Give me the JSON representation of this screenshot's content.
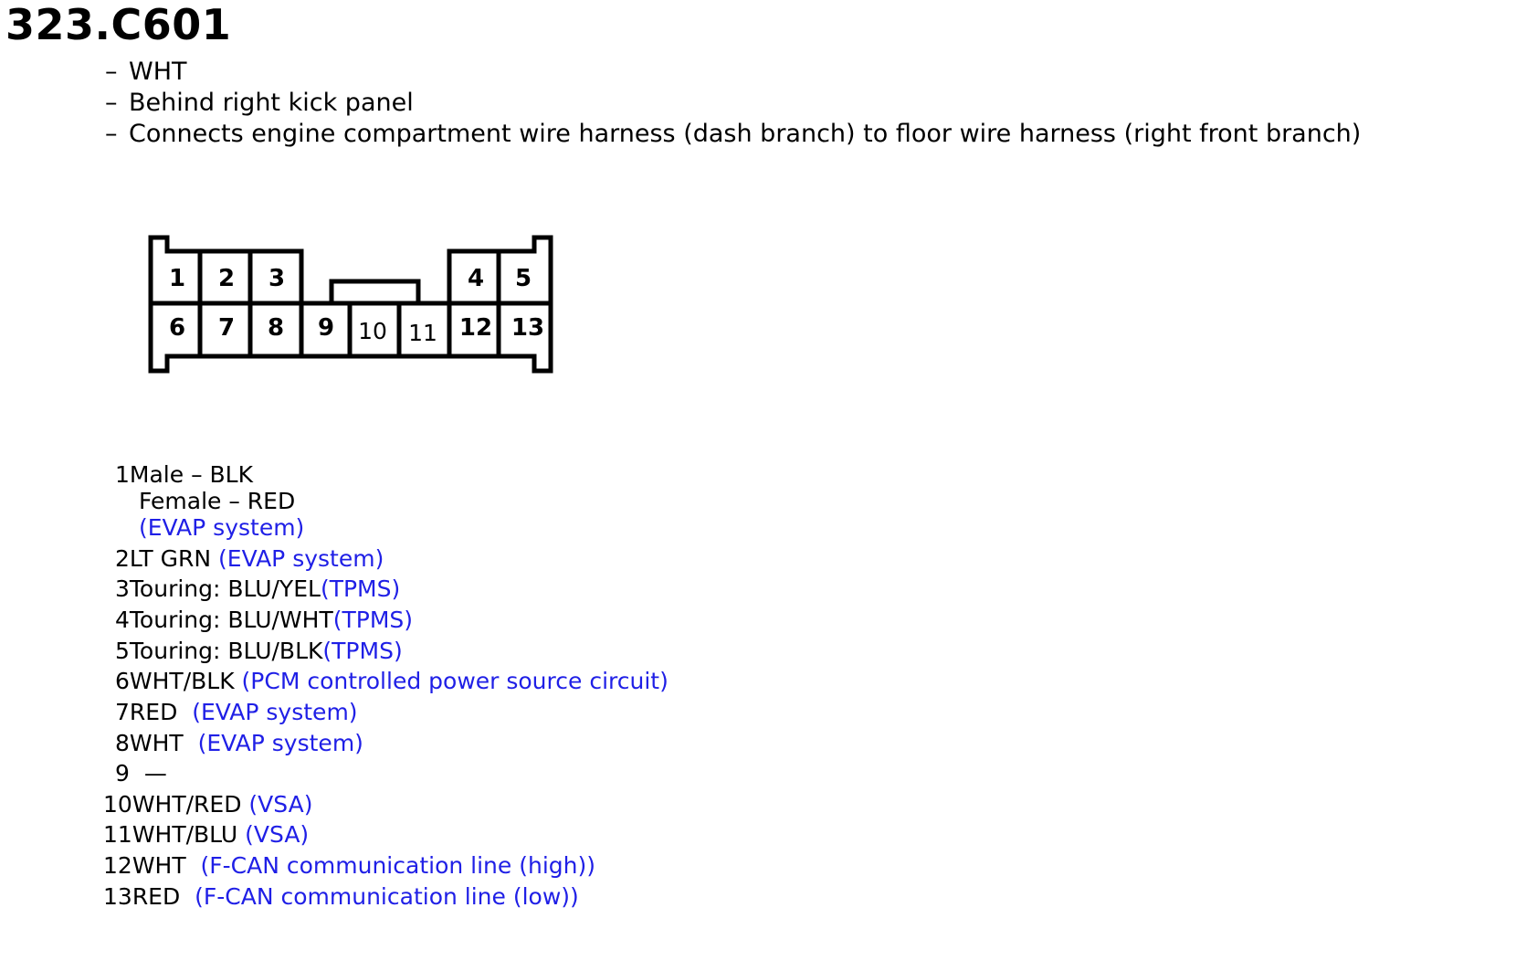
{
  "header": {
    "title": "323.C601",
    "details": [
      "WHT",
      "Behind right kick panel",
      "Connects engine compartment wire harness (dash branch) to floor wire harness (right front branch)"
    ],
    "dash": "–"
  },
  "connector": {
    "cavities_top": [
      "1",
      "2",
      "3",
      "4",
      "5"
    ],
    "cavities_bottom": [
      "6",
      "7",
      "8",
      "9",
      "10",
      "11",
      "12",
      "13"
    ]
  },
  "pins": [
    {
      "num": "1",
      "lines": [
        {
          "text": "Male – BLK",
          "circuit": ""
        },
        {
          "text": "Female – RED",
          "circuit": ""
        },
        {
          "text": "",
          "circuit": "(EVAP system)"
        }
      ]
    },
    {
      "num": "2",
      "text": "LT GRN",
      "circuit": "(EVAP system)"
    },
    {
      "num": "3",
      "text": "Touring: BLU/YEL",
      "circuit": "(TPMS)"
    },
    {
      "num": "4",
      "text": "Touring: BLU/WHT",
      "circuit": "(TPMS)"
    },
    {
      "num": "5",
      "text": "Touring: BLU/BLK",
      "circuit": "(TPMS)"
    },
    {
      "num": "6",
      "text": "WHT/BLK",
      "circuit": "(PCM controlled power source circuit)"
    },
    {
      "num": "7",
      "text": "RED",
      "circuit": "(EVAP system)"
    },
    {
      "num": "8",
      "text": "WHT",
      "circuit": "(EVAP system)"
    },
    {
      "num": "9",
      "text": "—",
      "circuit": ""
    },
    {
      "num": "10",
      "text": "WHT/RED",
      "circuit": "(VSA)"
    },
    {
      "num": "11",
      "text": "WHT/BLU",
      "circuit": "(VSA)"
    },
    {
      "num": "12",
      "text": "WHT",
      "circuit": "(F-CAN communication line (high))"
    },
    {
      "num": "13",
      "text": "RED",
      "circuit": "(F-CAN communication line (low))"
    }
  ],
  "colors": {
    "circuit": "#1f1fe6",
    "text": "#000000"
  }
}
